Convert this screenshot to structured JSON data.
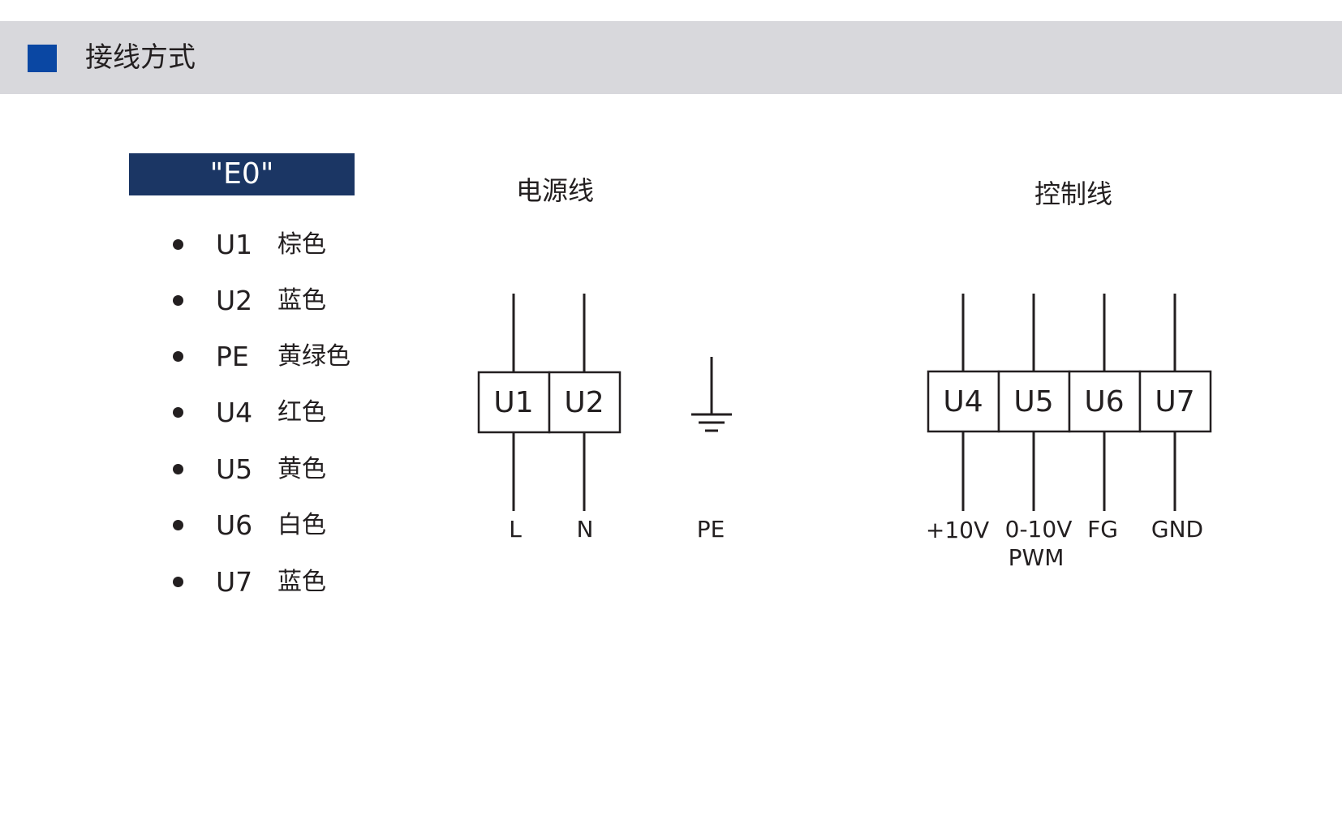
{
  "header": {
    "title": "接线方式",
    "accent_color": "#0a47a3",
    "background_color": "#d8d8dc"
  },
  "model_badge": {
    "label": "\"E0\"",
    "color": "#1b3664"
  },
  "legend": [
    {
      "code": "U1",
      "color_name": "棕色"
    },
    {
      "code": "U2",
      "color_name": "蓝色"
    },
    {
      "code": "PE",
      "color_name": "黄绿色"
    },
    {
      "code": "U4",
      "color_name": "红色"
    },
    {
      "code": "U5",
      "color_name": "黄色"
    },
    {
      "code": "U6",
      "color_name": "白色"
    },
    {
      "code": "U7",
      "color_name": "蓝色"
    }
  ],
  "power_section": {
    "title": "电源线",
    "terminals": [
      {
        "code": "U1",
        "signal": "L"
      },
      {
        "code": "U2",
        "signal": "N"
      }
    ],
    "ground": {
      "label": "PE",
      "icon": "ground-icon"
    }
  },
  "control_section": {
    "title": "控制线",
    "terminals": [
      {
        "code": "U4",
        "signal": "+10V"
      },
      {
        "code": "U5",
        "signal": "0-10V",
        "signal_line2": "PWM"
      },
      {
        "code": "U6",
        "signal": "FG"
      },
      {
        "code": "U7",
        "signal": "GND"
      }
    ]
  }
}
